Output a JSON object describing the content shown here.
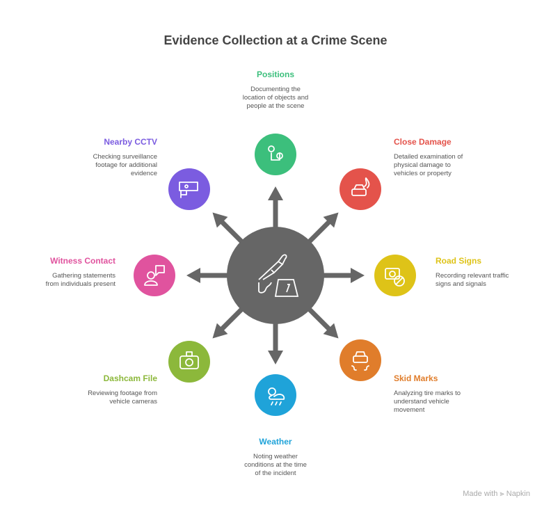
{
  "title": "Evidence Collection at a Crime Scene",
  "center_icon": "knife-evidence-marker-icon",
  "arrow_color": "#666666",
  "items": [
    {
      "label": "Positions",
      "description": "Documenting the location of objects and people at the scene",
      "color": "#3CBF7C",
      "icon": "map-pins-icon"
    },
    {
      "label": "Close Damage",
      "description": "Detailed examination of physical damage to vehicles or property",
      "color": "#E4534B",
      "icon": "car-fire-icon"
    },
    {
      "label": "Road Signs",
      "description": "Recording relevant traffic signs and signals",
      "color": "#DEC318",
      "icon": "camera-no-sign-icon"
    },
    {
      "label": "Skid Marks",
      "description": "Analyzing tire marks to understand vehicle movement",
      "color": "#E07D2B",
      "icon": "car-skid-icon"
    },
    {
      "label": "Weather",
      "description": "Noting weather conditions at the time of the incident",
      "color": "#1FA3D9",
      "icon": "sun-rain-icon"
    },
    {
      "label": "Dashcam File",
      "description": "Reviewing footage from vehicle cameras",
      "color": "#8CB83B",
      "icon": "dashcam-icon"
    },
    {
      "label": "Witness Contact",
      "description": "Gathering statements from individuals present",
      "color": "#E0539E",
      "icon": "person-speech-icon"
    },
    {
      "label": "Nearby CCTV",
      "description": "Checking surveillance footage for additional evidence",
      "color": "#7B5CE0",
      "icon": "cctv-camera-icon"
    }
  ],
  "footer": {
    "made_with": "Made with",
    "brand": "Napkin"
  }
}
